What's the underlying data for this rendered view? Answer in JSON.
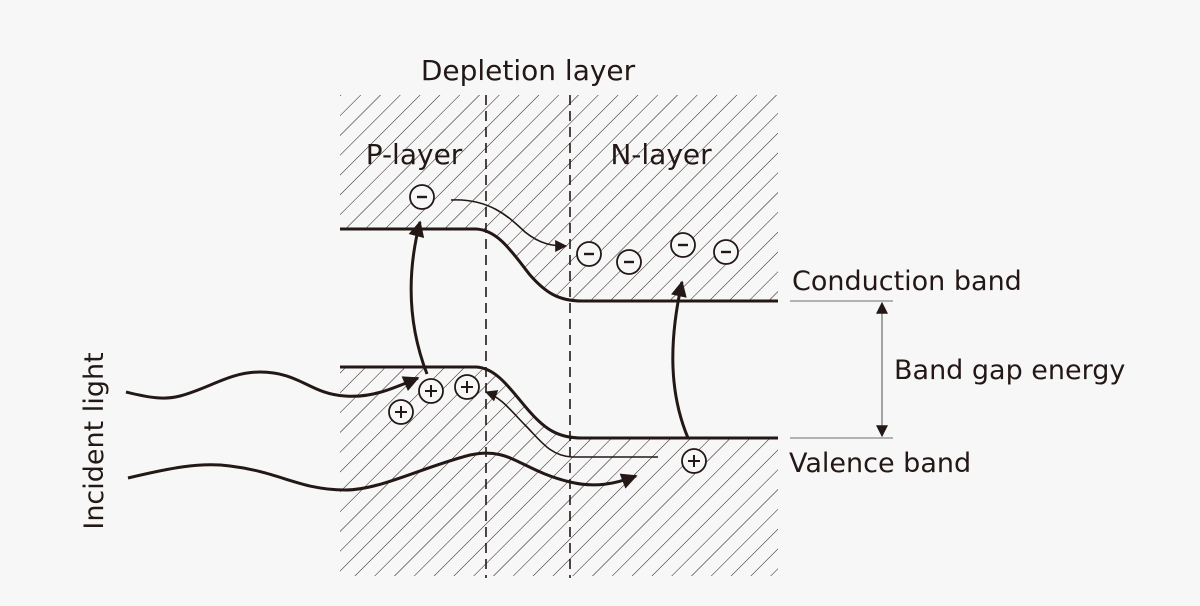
{
  "title": "Depletion layer",
  "labels": {
    "p_layer": "P-layer",
    "n_layer": "N-layer",
    "conduction_band": "Conduction band",
    "band_gap": "Band gap energy",
    "valence_band": "Valence band",
    "incident_light": "Incident light"
  },
  "symbols": {
    "electron": "−",
    "hole": "+"
  },
  "colors": {
    "ink": "#231815",
    "background": "#f7f7f7",
    "dimension_line": "#6e6e6e"
  }
}
